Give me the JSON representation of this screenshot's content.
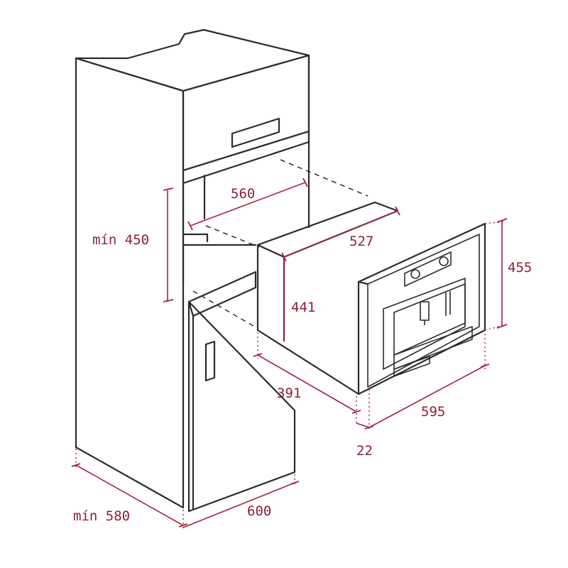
{
  "colors": {
    "line": "#2b2b2b",
    "dimension": "#a5233f",
    "label": "#8e1f36"
  },
  "dimensions": {
    "niche_width": "560",
    "niche_height_min": "mín 450",
    "appliance_depth_top": "527",
    "appliance_inner_height": "441",
    "appliance_depth": "391",
    "front_width": "595",
    "front_thickness": "22",
    "front_height": "455",
    "cabinet_depth_min": "mín 580",
    "cabinet_width": "600"
  }
}
